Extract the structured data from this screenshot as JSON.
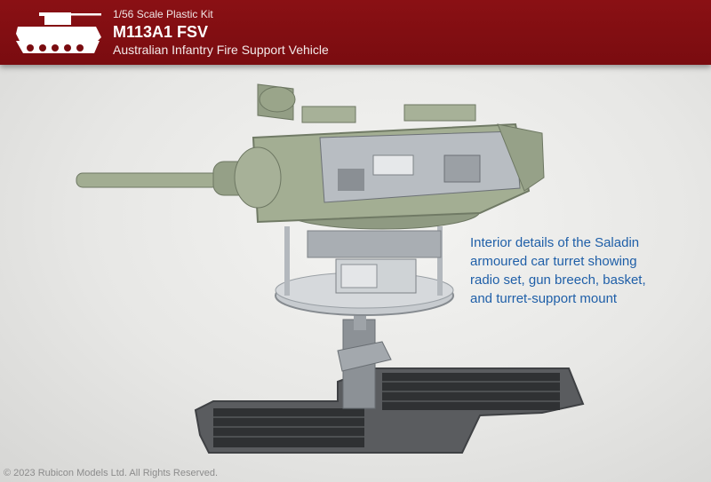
{
  "header": {
    "scale": "1/56 Scale Plastic Kit",
    "title": "M113A1 FSV",
    "subtitle": "Australian Infantry Fire Support Vehicle"
  },
  "caption": {
    "lines": [
      "Interior details of the Saladin",
      "armoured car turret showing",
      "radio set, gun breech, basket,",
      "and turret-support mount"
    ]
  },
  "footer": {
    "copyright": "© 2023 Rubicon Models Ltd. All Rights Reserved."
  },
  "colors": {
    "header_red": "#7a0c10",
    "caption_blue": "#1f5fa8",
    "turret_green": "#9aa58a",
    "interior_grey": "#b9bdc2"
  }
}
